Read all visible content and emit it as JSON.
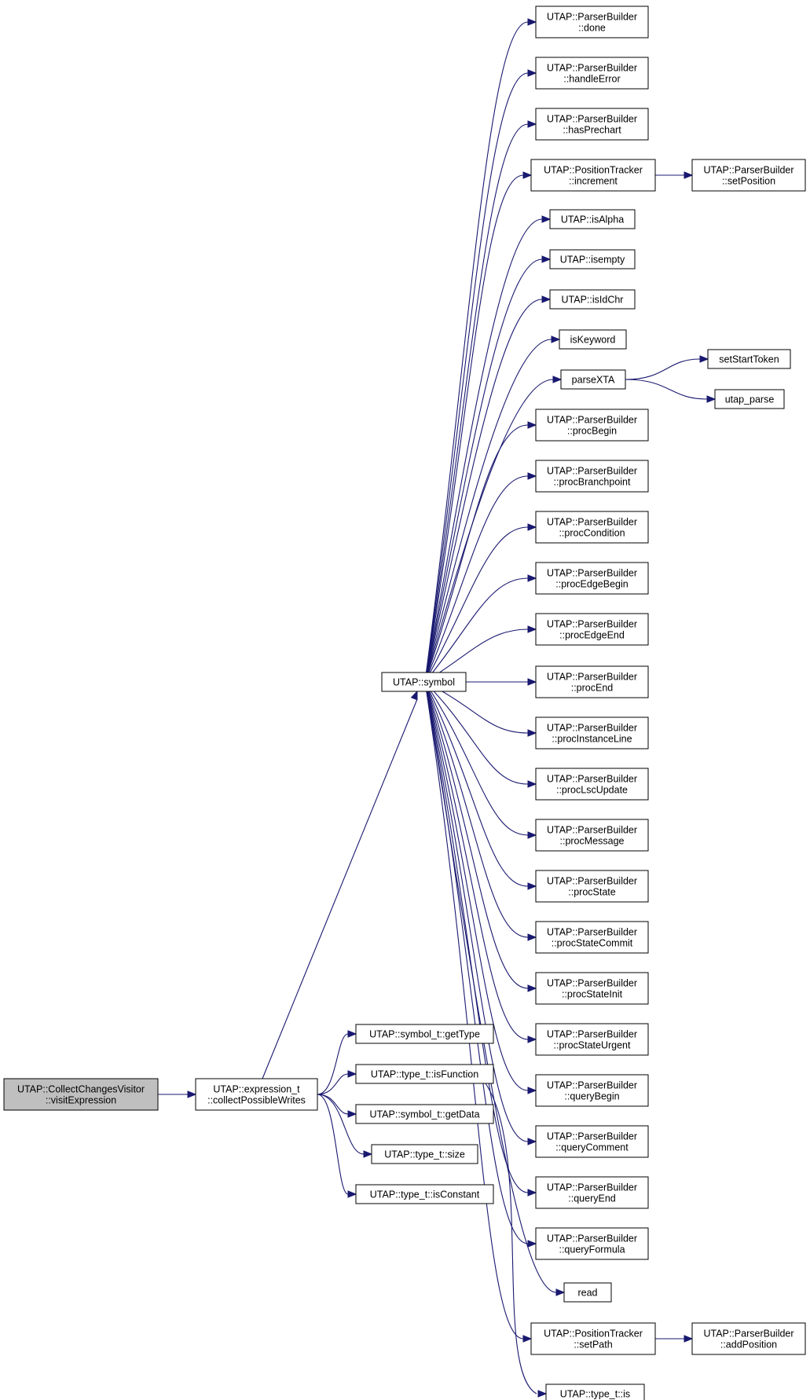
{
  "diagram": {
    "nodes": [
      {
        "id": "visitExpression",
        "lines": [
          "UTAP::CollectChangesVisitor",
          "::visitExpression"
        ],
        "highlighted": true
      },
      {
        "id": "collectPossibleWrites",
        "lines": [
          "UTAP::expression_t",
          "::collectPossibleWrites"
        ]
      },
      {
        "id": "symbol",
        "lines": [
          "UTAP::symbol"
        ]
      },
      {
        "id": "getType",
        "lines": [
          "UTAP::symbol_t::getType"
        ]
      },
      {
        "id": "isFunction",
        "lines": [
          "UTAP::type_t::isFunction"
        ]
      },
      {
        "id": "getData",
        "lines": [
          "UTAP::symbol_t::getData"
        ]
      },
      {
        "id": "size",
        "lines": [
          "UTAP::type_t::size"
        ]
      },
      {
        "id": "isConstant",
        "lines": [
          "UTAP::type_t::isConstant"
        ]
      },
      {
        "id": "done",
        "lines": [
          "UTAP::ParserBuilder",
          "::done"
        ]
      },
      {
        "id": "handleError",
        "lines": [
          "UTAP::ParserBuilder",
          "::handleError"
        ]
      },
      {
        "id": "hasPrechart",
        "lines": [
          "UTAP::ParserBuilder",
          "::hasPrechart"
        ]
      },
      {
        "id": "increment",
        "lines": [
          "UTAP::PositionTracker",
          "::increment"
        ]
      },
      {
        "id": "setPosition",
        "lines": [
          "UTAP::ParserBuilder",
          "::setPosition"
        ]
      },
      {
        "id": "isAlpha",
        "lines": [
          "UTAP::isAlpha"
        ]
      },
      {
        "id": "isempty",
        "lines": [
          "UTAP::isempty"
        ]
      },
      {
        "id": "isIdChr",
        "lines": [
          "UTAP::isIdChr"
        ]
      },
      {
        "id": "isKeyword",
        "lines": [
          "isKeyword"
        ]
      },
      {
        "id": "parseXTA",
        "lines": [
          "parseXTA"
        ]
      },
      {
        "id": "setStartToken",
        "lines": [
          "setStartToken"
        ]
      },
      {
        "id": "utap_parse",
        "lines": [
          "utap_parse"
        ]
      },
      {
        "id": "procBegin",
        "lines": [
          "UTAP::ParserBuilder",
          "::procBegin"
        ]
      },
      {
        "id": "procBranchpoint",
        "lines": [
          "UTAP::ParserBuilder",
          "::procBranchpoint"
        ]
      },
      {
        "id": "procCondition",
        "lines": [
          "UTAP::ParserBuilder",
          "::procCondition"
        ]
      },
      {
        "id": "procEdgeBegin",
        "lines": [
          "UTAP::ParserBuilder",
          "::procEdgeBegin"
        ]
      },
      {
        "id": "procEdgeEnd",
        "lines": [
          "UTAP::ParserBuilder",
          "::procEdgeEnd"
        ]
      },
      {
        "id": "procEnd",
        "lines": [
          "UTAP::ParserBuilder",
          "::procEnd"
        ]
      },
      {
        "id": "procInstanceLine",
        "lines": [
          "UTAP::ParserBuilder",
          "::procInstanceLine"
        ]
      },
      {
        "id": "procLscUpdate",
        "lines": [
          "UTAP::ParserBuilder",
          "::procLscUpdate"
        ]
      },
      {
        "id": "procMessage",
        "lines": [
          "UTAP::ParserBuilder",
          "::procMessage"
        ]
      },
      {
        "id": "procState",
        "lines": [
          "UTAP::ParserBuilder",
          "::procState"
        ]
      },
      {
        "id": "procStateCommit",
        "lines": [
          "UTAP::ParserBuilder",
          "::procStateCommit"
        ]
      },
      {
        "id": "procStateInit",
        "lines": [
          "UTAP::ParserBuilder",
          "::procStateInit"
        ]
      },
      {
        "id": "procStateUrgent",
        "lines": [
          "UTAP::ParserBuilder",
          "::procStateUrgent"
        ]
      },
      {
        "id": "queryBegin",
        "lines": [
          "UTAP::ParserBuilder",
          "::queryBegin"
        ]
      },
      {
        "id": "queryComment",
        "lines": [
          "UTAP::ParserBuilder",
          "::queryComment"
        ]
      },
      {
        "id": "queryEnd",
        "lines": [
          "UTAP::ParserBuilder",
          "::queryEnd"
        ]
      },
      {
        "id": "queryFormula",
        "lines": [
          "UTAP::ParserBuilder",
          "::queryFormula"
        ]
      },
      {
        "id": "read",
        "lines": [
          "read"
        ]
      },
      {
        "id": "setPath",
        "lines": [
          "UTAP::PositionTracker",
          "::setPath"
        ]
      },
      {
        "id": "addPosition",
        "lines": [
          "UTAP::ParserBuilder",
          "::addPosition"
        ]
      },
      {
        "id": "is",
        "lines": [
          "UTAP::type_t::is"
        ]
      }
    ],
    "edges": [
      [
        "visitExpression",
        "collectPossibleWrites"
      ],
      [
        "collectPossibleWrites",
        "symbol"
      ],
      [
        "collectPossibleWrites",
        "getType"
      ],
      [
        "collectPossibleWrites",
        "isFunction"
      ],
      [
        "collectPossibleWrites",
        "getData"
      ],
      [
        "collectPossibleWrites",
        "size"
      ],
      [
        "collectPossibleWrites",
        "isConstant"
      ],
      [
        "symbol",
        "done"
      ],
      [
        "symbol",
        "handleError"
      ],
      [
        "symbol",
        "hasPrechart"
      ],
      [
        "symbol",
        "increment"
      ],
      [
        "increment",
        "setPosition"
      ],
      [
        "symbol",
        "isAlpha"
      ],
      [
        "symbol",
        "isempty"
      ],
      [
        "symbol",
        "isIdChr"
      ],
      [
        "symbol",
        "isKeyword"
      ],
      [
        "symbol",
        "parseXTA"
      ],
      [
        "parseXTA",
        "setStartToken"
      ],
      [
        "parseXTA",
        "utap_parse"
      ],
      [
        "symbol",
        "procBegin"
      ],
      [
        "symbol",
        "procBranchpoint"
      ],
      [
        "symbol",
        "procCondition"
      ],
      [
        "symbol",
        "procEdgeBegin"
      ],
      [
        "symbol",
        "procEdgeEnd"
      ],
      [
        "symbol",
        "procEnd"
      ],
      [
        "symbol",
        "procInstanceLine"
      ],
      [
        "symbol",
        "procLscUpdate"
      ],
      [
        "symbol",
        "procMessage"
      ],
      [
        "symbol",
        "procState"
      ],
      [
        "symbol",
        "procStateCommit"
      ],
      [
        "symbol",
        "procStateInit"
      ],
      [
        "symbol",
        "procStateUrgent"
      ],
      [
        "symbol",
        "queryBegin"
      ],
      [
        "symbol",
        "queryComment"
      ],
      [
        "symbol",
        "queryEnd"
      ],
      [
        "symbol",
        "queryFormula"
      ],
      [
        "symbol",
        "read"
      ],
      [
        "symbol",
        "setPath"
      ],
      [
        "setPath",
        "addPosition"
      ],
      [
        "isFunction",
        "is"
      ]
    ]
  },
  "colors": {
    "edge": "#191970",
    "highlight_fill": "#bfbfbf",
    "node_fill": "#ffffff",
    "node_stroke": "#000000"
  }
}
